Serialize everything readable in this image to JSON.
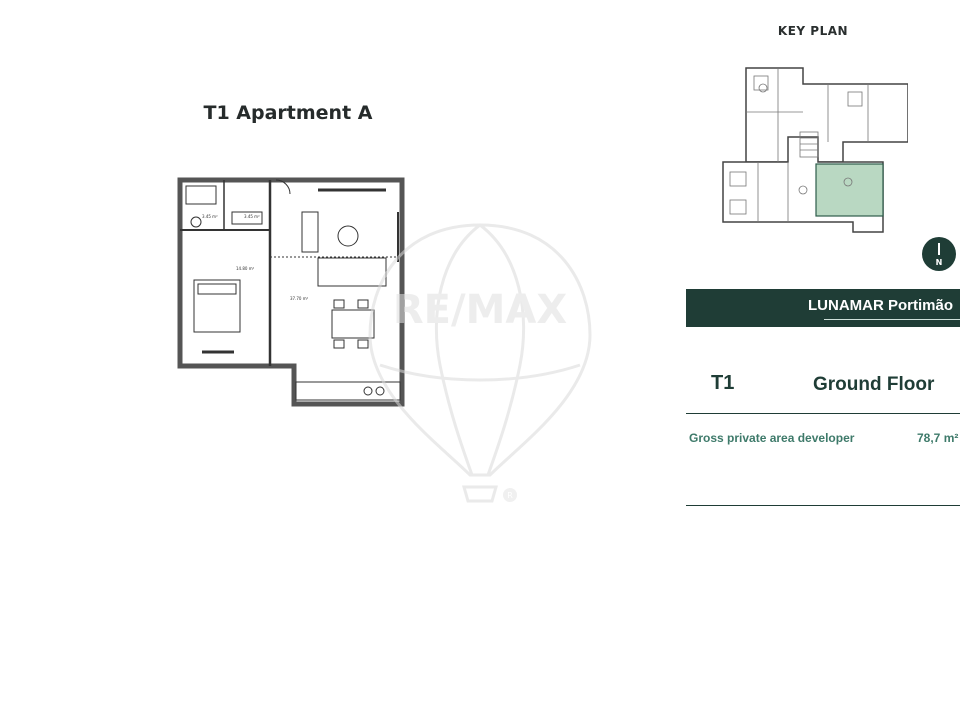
{
  "plan": {
    "title": "T1 Apartment A",
    "room_areas": [
      "3.45 m²",
      "3.45 m²",
      "14.80 m²",
      "37.70 m²"
    ]
  },
  "watermark": {
    "brand": "RE/MAX",
    "mark": "R"
  },
  "key_plan": {
    "title": "KEY PLAN",
    "highlight_color": "#b9d8c2"
  },
  "compass": {
    "label": "N"
  },
  "banner": {
    "text": "LUNAMAR Portimão"
  },
  "details": {
    "typology": "T1",
    "floor": "Ground Floor",
    "area_label": "Gross private area developer",
    "area_value": "78,7 m²"
  },
  "colors": {
    "brand_dark": "#1f3d36",
    "label_green": "#3e7a6a"
  }
}
